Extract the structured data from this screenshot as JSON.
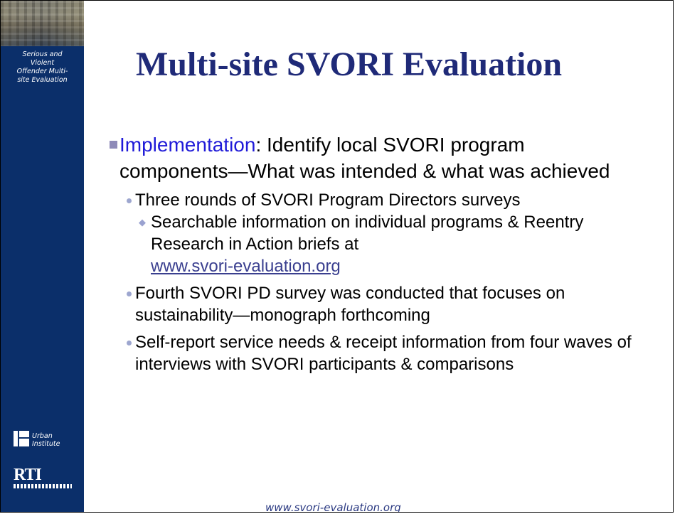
{
  "sidebar": {
    "caption": [
      "Serious and",
      "Violent",
      "Offender Multi-",
      "site Evaluation"
    ],
    "urban_logo_text": [
      "Urban",
      "Institute"
    ],
    "rti_logo_text": "RTI"
  },
  "slide": {
    "title": "Multi-site SVORI Evaluation",
    "main_point": {
      "highlight": "Implementation",
      "text": ": Identify local SVORI program components—What was intended & what was achieved"
    },
    "sub_points": [
      {
        "text": "Three rounds of SVORI Program Directors surveys",
        "sub": {
          "text": "Searchable information on individual programs & Reentry Research in Action briefs at",
          "link": "www.svori-evaluation.org"
        }
      },
      {
        "text": "Fourth SVORI PD survey was conducted that focuses on sustainability—monograph forthcoming"
      },
      {
        "text": "Self-report service needs & receipt information from four waves of interviews with SVORI participants & comparisons"
      }
    ],
    "footer": "www.svori-evaluation.org"
  },
  "colors": {
    "sidebar": "#0b2f6a",
    "title": "#1f2a78",
    "highlight": "#1f1ad8",
    "bullet_square": "#8e8ab8",
    "bullet_dot": "#9da6cf",
    "link": "#3a3f8f"
  },
  "icons": {
    "main_bullet": "square-bullet-icon",
    "sub_bullet": "dot-bullet-icon",
    "sub_sub_bullet": "diamond-bullet-icon"
  }
}
